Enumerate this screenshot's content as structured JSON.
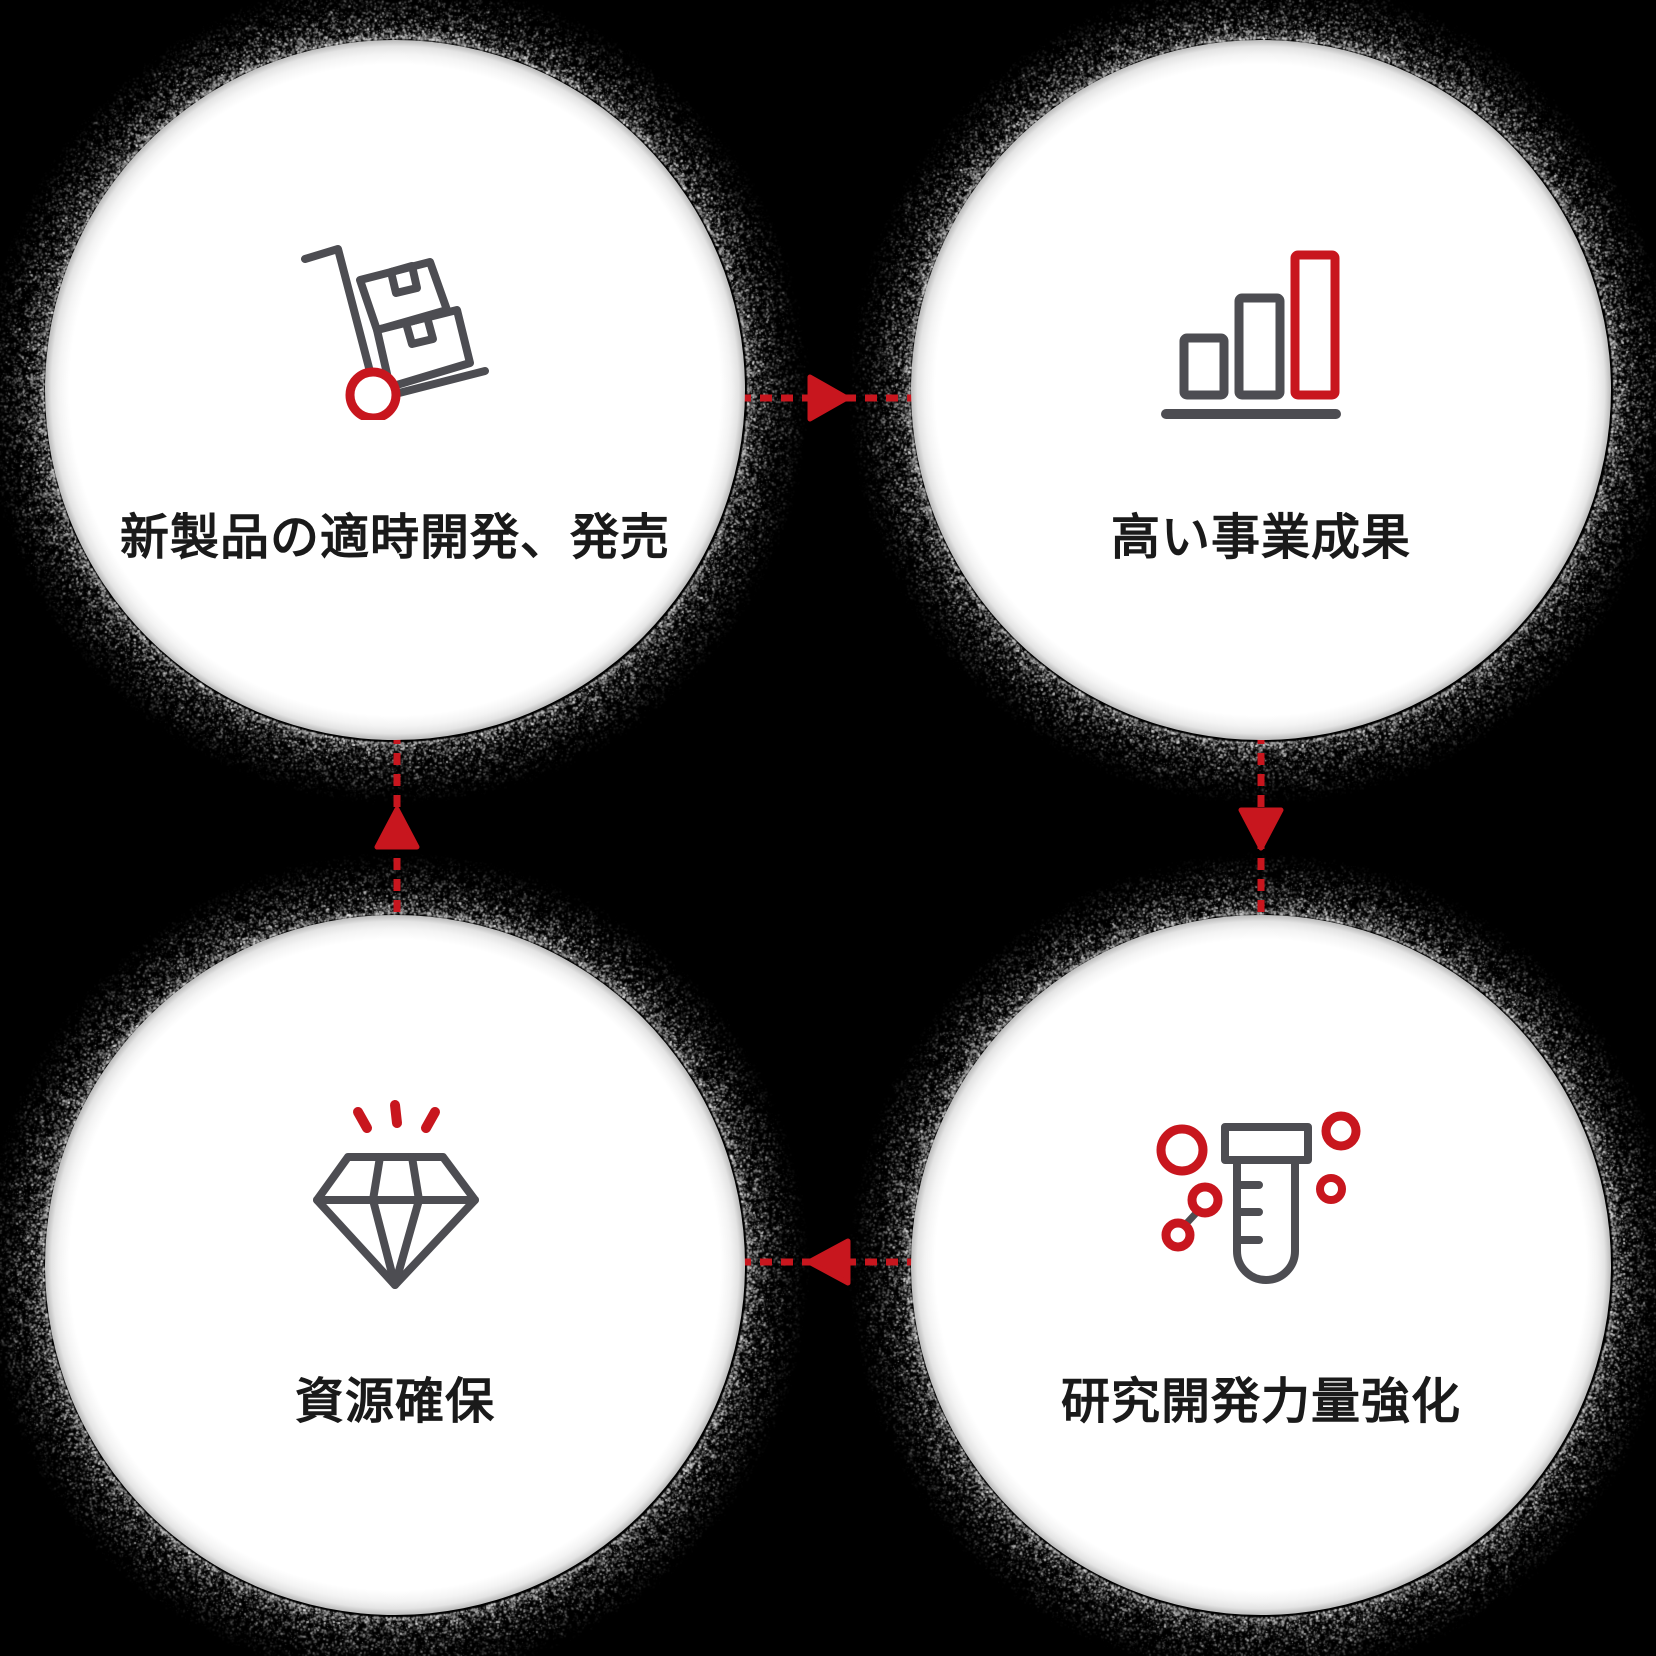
{
  "diagram": {
    "type": "cycle",
    "nodes": [
      {
        "label": "新製品の適時開発、発売",
        "icon": "hand-truck-icon",
        "position": "top-left"
      },
      {
        "label": "高い事業成果",
        "icon": "bar-chart-icon",
        "position": "top-right"
      },
      {
        "label": "研究開発力量強化",
        "icon": "test-tube-icon",
        "position": "bottom-right"
      },
      {
        "label": "資源確保",
        "icon": "diamond-icon",
        "position": "bottom-left"
      }
    ],
    "arrows": [
      {
        "from": "top-left",
        "to": "top-right",
        "direction": "right"
      },
      {
        "from": "top-right",
        "to": "bottom-right",
        "direction": "down"
      },
      {
        "from": "bottom-right",
        "to": "bottom-left",
        "direction": "left"
      },
      {
        "from": "bottom-left",
        "to": "top-left",
        "direction": "up"
      }
    ],
    "colors": {
      "accent_red": "#c8161e",
      "icon_gray": "#4d4d52",
      "text": "#1a1a1a",
      "circle_fill": "#ffffff",
      "background": "#000000"
    }
  }
}
